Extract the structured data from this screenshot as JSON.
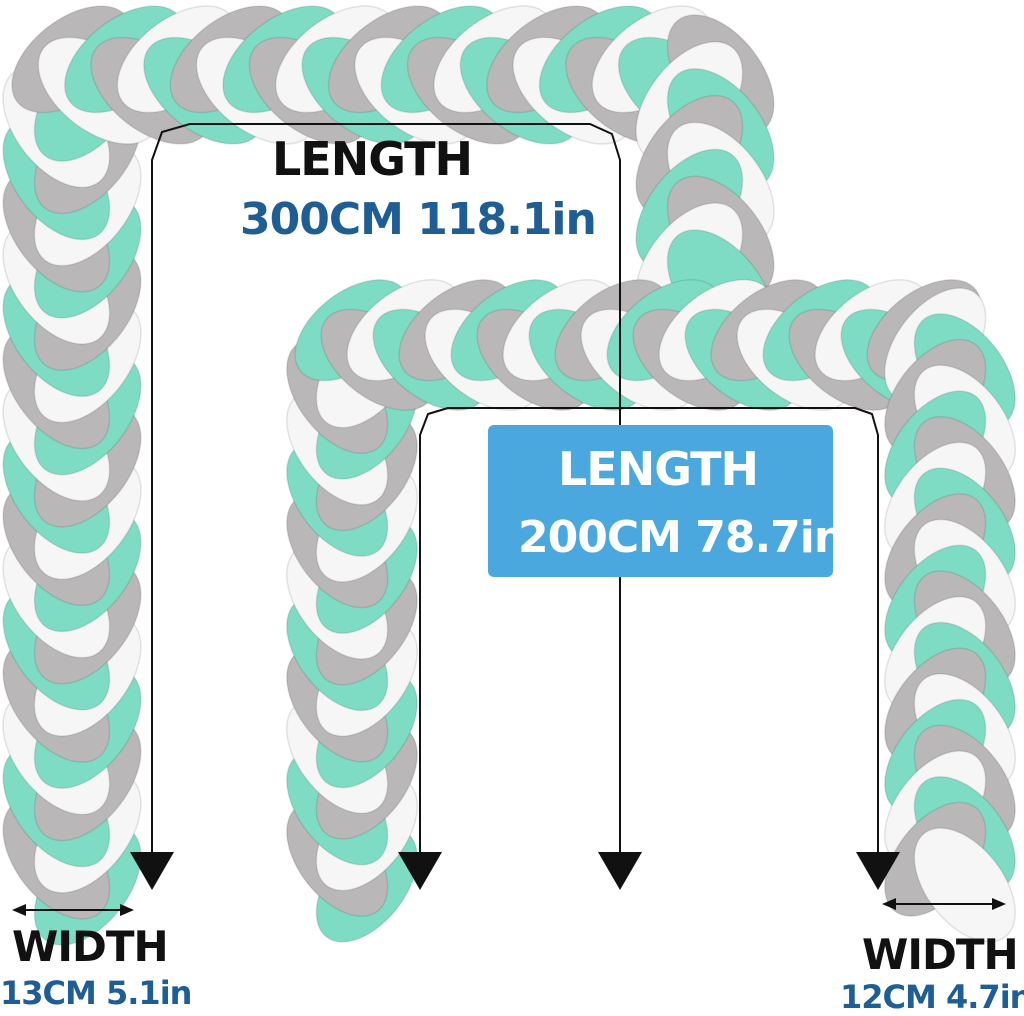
{
  "colors": {
    "mint": "#7fdcc4",
    "gray": "#b9b7b7",
    "white": "#f6f6f6",
    "label_dark": "#111111",
    "label_blue": "#1f5d95",
    "box_blue": "#4aa8df"
  },
  "labels": {
    "length_long_title": "LENGTH",
    "length_long_value": "300CM 118.1in",
    "length_short_title": "LENGTH",
    "length_short_value": "200CM 78.7in",
    "width_left_title": "WIDTH",
    "width_left_value": "13CM 5.1in",
    "width_right_title": "WIDTH",
    "width_right_value": "12CM 4.7in"
  }
}
